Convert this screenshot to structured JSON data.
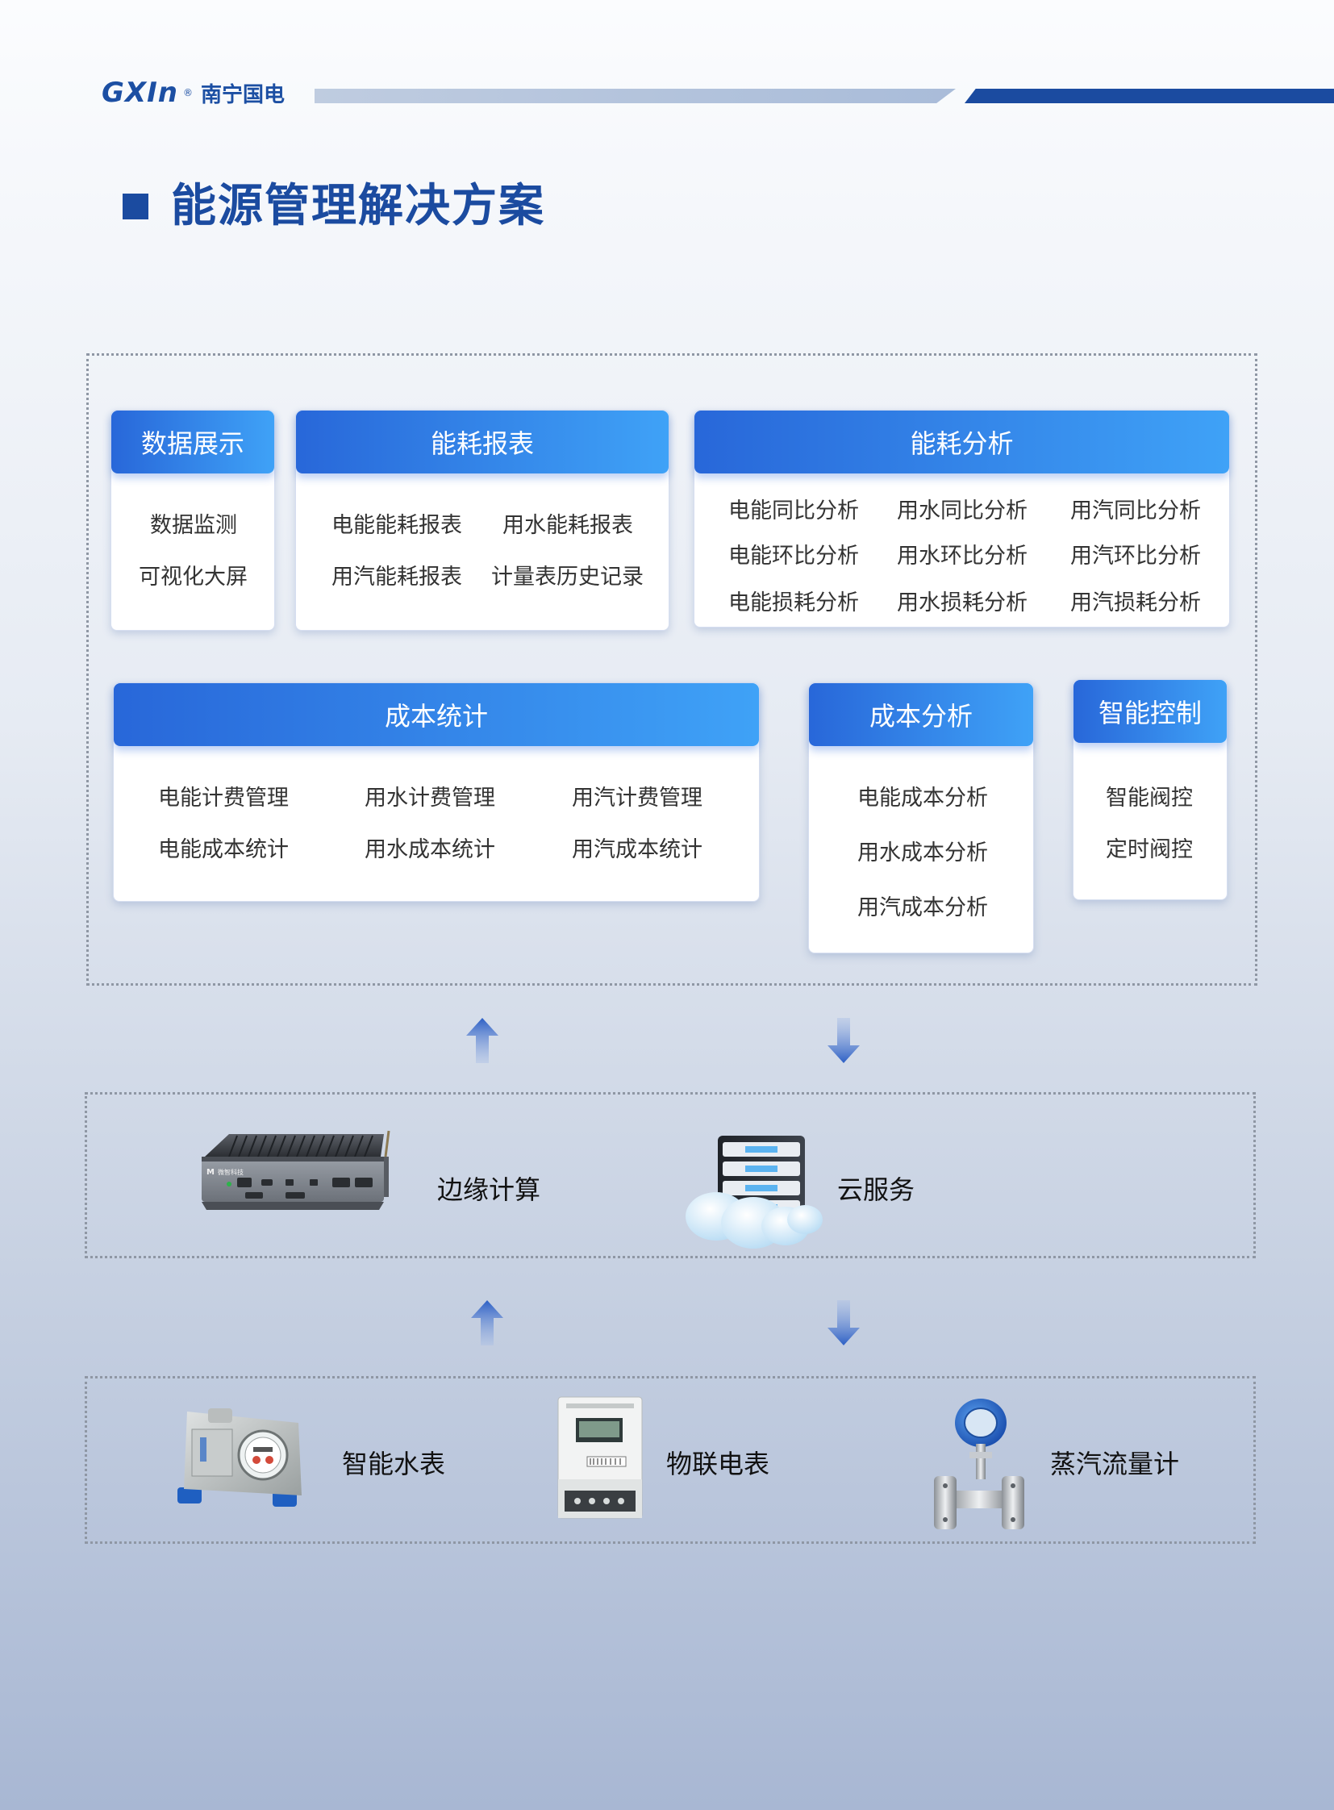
{
  "header": {
    "logo_mark": "GXIn",
    "logo_reg": "®",
    "logo_cn": "南宁国电"
  },
  "page_title": "能源管理解决方案",
  "top_section": {
    "data_display": {
      "title": "数据展示",
      "items": [
        "数据监测",
        "可视化大屏"
      ]
    },
    "energy_report": {
      "title": "能耗报表",
      "items": [
        "电能能耗报表",
        "用水能耗报表",
        "用汽能耗报表",
        "计量表历史记录"
      ]
    },
    "energy_analysis": {
      "title": "能耗分析",
      "items": [
        "电能同比分析",
        "用水同比分析",
        "用汽同比分析",
        "电能环比分析",
        "用水环比分析",
        "用汽环比分析",
        "电能损耗分析",
        "用水损耗分析",
        "用汽损耗分析"
      ]
    },
    "cost_stats": {
      "title": "成本统计",
      "items": [
        "电能计费管理",
        "用水计费管理",
        "用汽计费管理",
        "电能成本统计",
        "用水成本统计",
        "用汽成本统计"
      ]
    },
    "cost_analysis": {
      "title": "成本分析",
      "items": [
        "电能成本分析",
        "用水成本分析",
        "用汽成本分析"
      ]
    },
    "smart_control": {
      "title": "智能控制",
      "items": [
        "智能阀控",
        "定时阀控"
      ]
    }
  },
  "middle_section": {
    "edge_label": "边缘计算",
    "cloud_label": "云服务",
    "device_brand": "微智科技"
  },
  "bottom_section": {
    "water_meter": "智能水表",
    "iot_meter": "物联电表",
    "steam_meter": "蒸汽流量计"
  }
}
